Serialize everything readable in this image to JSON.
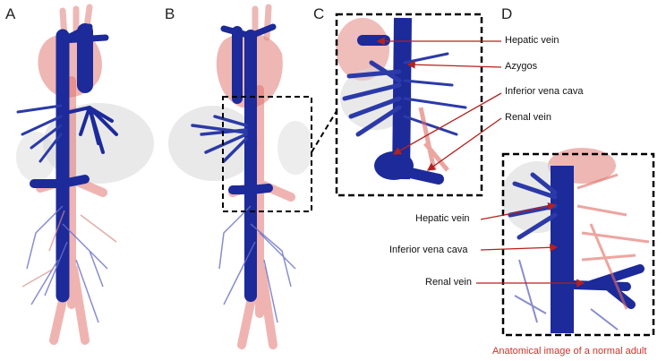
{
  "panels": {
    "a": "A",
    "b": "B",
    "c": "C",
    "d": "D"
  },
  "panel_c_labels": {
    "hepatic_vein": "Hepatic vein",
    "azygos": "Azygos",
    "inferior_vena_cava": "Inferior vena cava",
    "renal_vein": "Renal vein"
  },
  "panel_d_labels": {
    "hepatic_vein": "Hepatic vein",
    "inferior_vena_cava": "Inferior vena cava",
    "renal_vein": "Renal vein"
  },
  "caption": "Anatomical image of a normal adult",
  "colors": {
    "vein": "#1c2a9a",
    "artery": "#d9564e",
    "organ": "#cfcfcf",
    "pointer": "#b3221f",
    "caption": "#d0312d"
  }
}
